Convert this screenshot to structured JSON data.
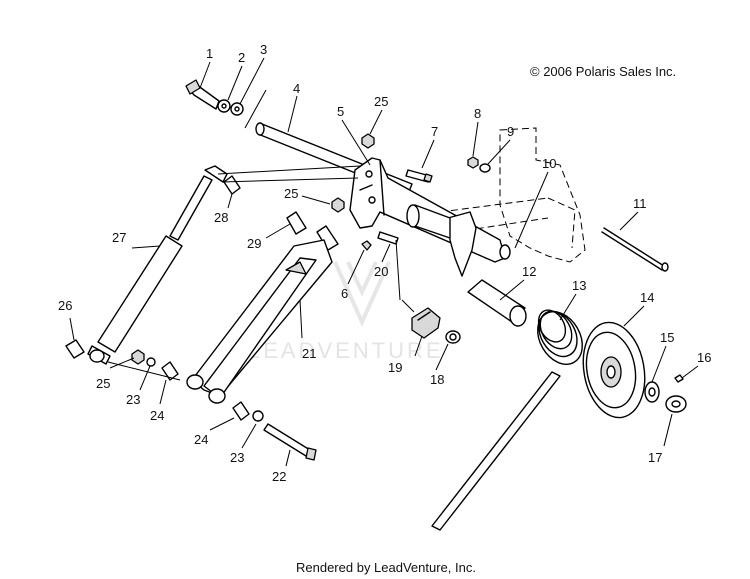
{
  "copyright": "© 2006 Polaris Sales Inc.",
  "footer": "Rendered by LeadVenture, Inc.",
  "watermark": "LEADVENTURE",
  "callouts": [
    "1",
    "2",
    "3",
    "4",
    "5",
    "25",
    "7",
    "8",
    "9",
    "10",
    "11",
    "25",
    "28",
    "27",
    "29",
    "6",
    "20",
    "12",
    "13",
    "14",
    "15",
    "16",
    "26",
    "21",
    "19",
    "18",
    "25",
    "23",
    "24",
    "24",
    "23",
    "22",
    "17"
  ]
}
